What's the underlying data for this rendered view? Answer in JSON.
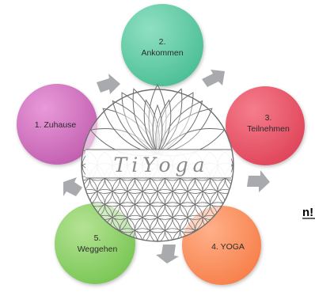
{
  "diagram": {
    "brand": "TiYoga",
    "cut_off_text": "n!",
    "steps": [
      {
        "key": "step-ankommen",
        "label_line1": "2.",
        "label_line2": "Ankommen",
        "color_light": "#8fe0c2",
        "color_dark": "#4cbf95"
      },
      {
        "key": "step-teilnehmen",
        "label_line1": "3.",
        "label_line2": "Teilnehmen",
        "color_light": "#f57d8c",
        "color_dark": "#e0455a"
      },
      {
        "key": "step-yoga",
        "label_line1": "4. YOGA",
        "label_line2": "",
        "color_light": "#ffb089",
        "color_dark": "#f7804b"
      },
      {
        "key": "step-weggehen",
        "label_line1": "5.",
        "label_line2": "Weggehen",
        "color_light": "#b5e394",
        "color_dark": "#7ac655"
      },
      {
        "key": "step-zuhause",
        "label_line1": "1. Zuhause",
        "label_line2": "",
        "color_light": "#e89ad9",
        "color_dark": "#c35fb0"
      }
    ],
    "arrow_color": "#a8aaad",
    "lotus_color": "#6e6e6e"
  }
}
